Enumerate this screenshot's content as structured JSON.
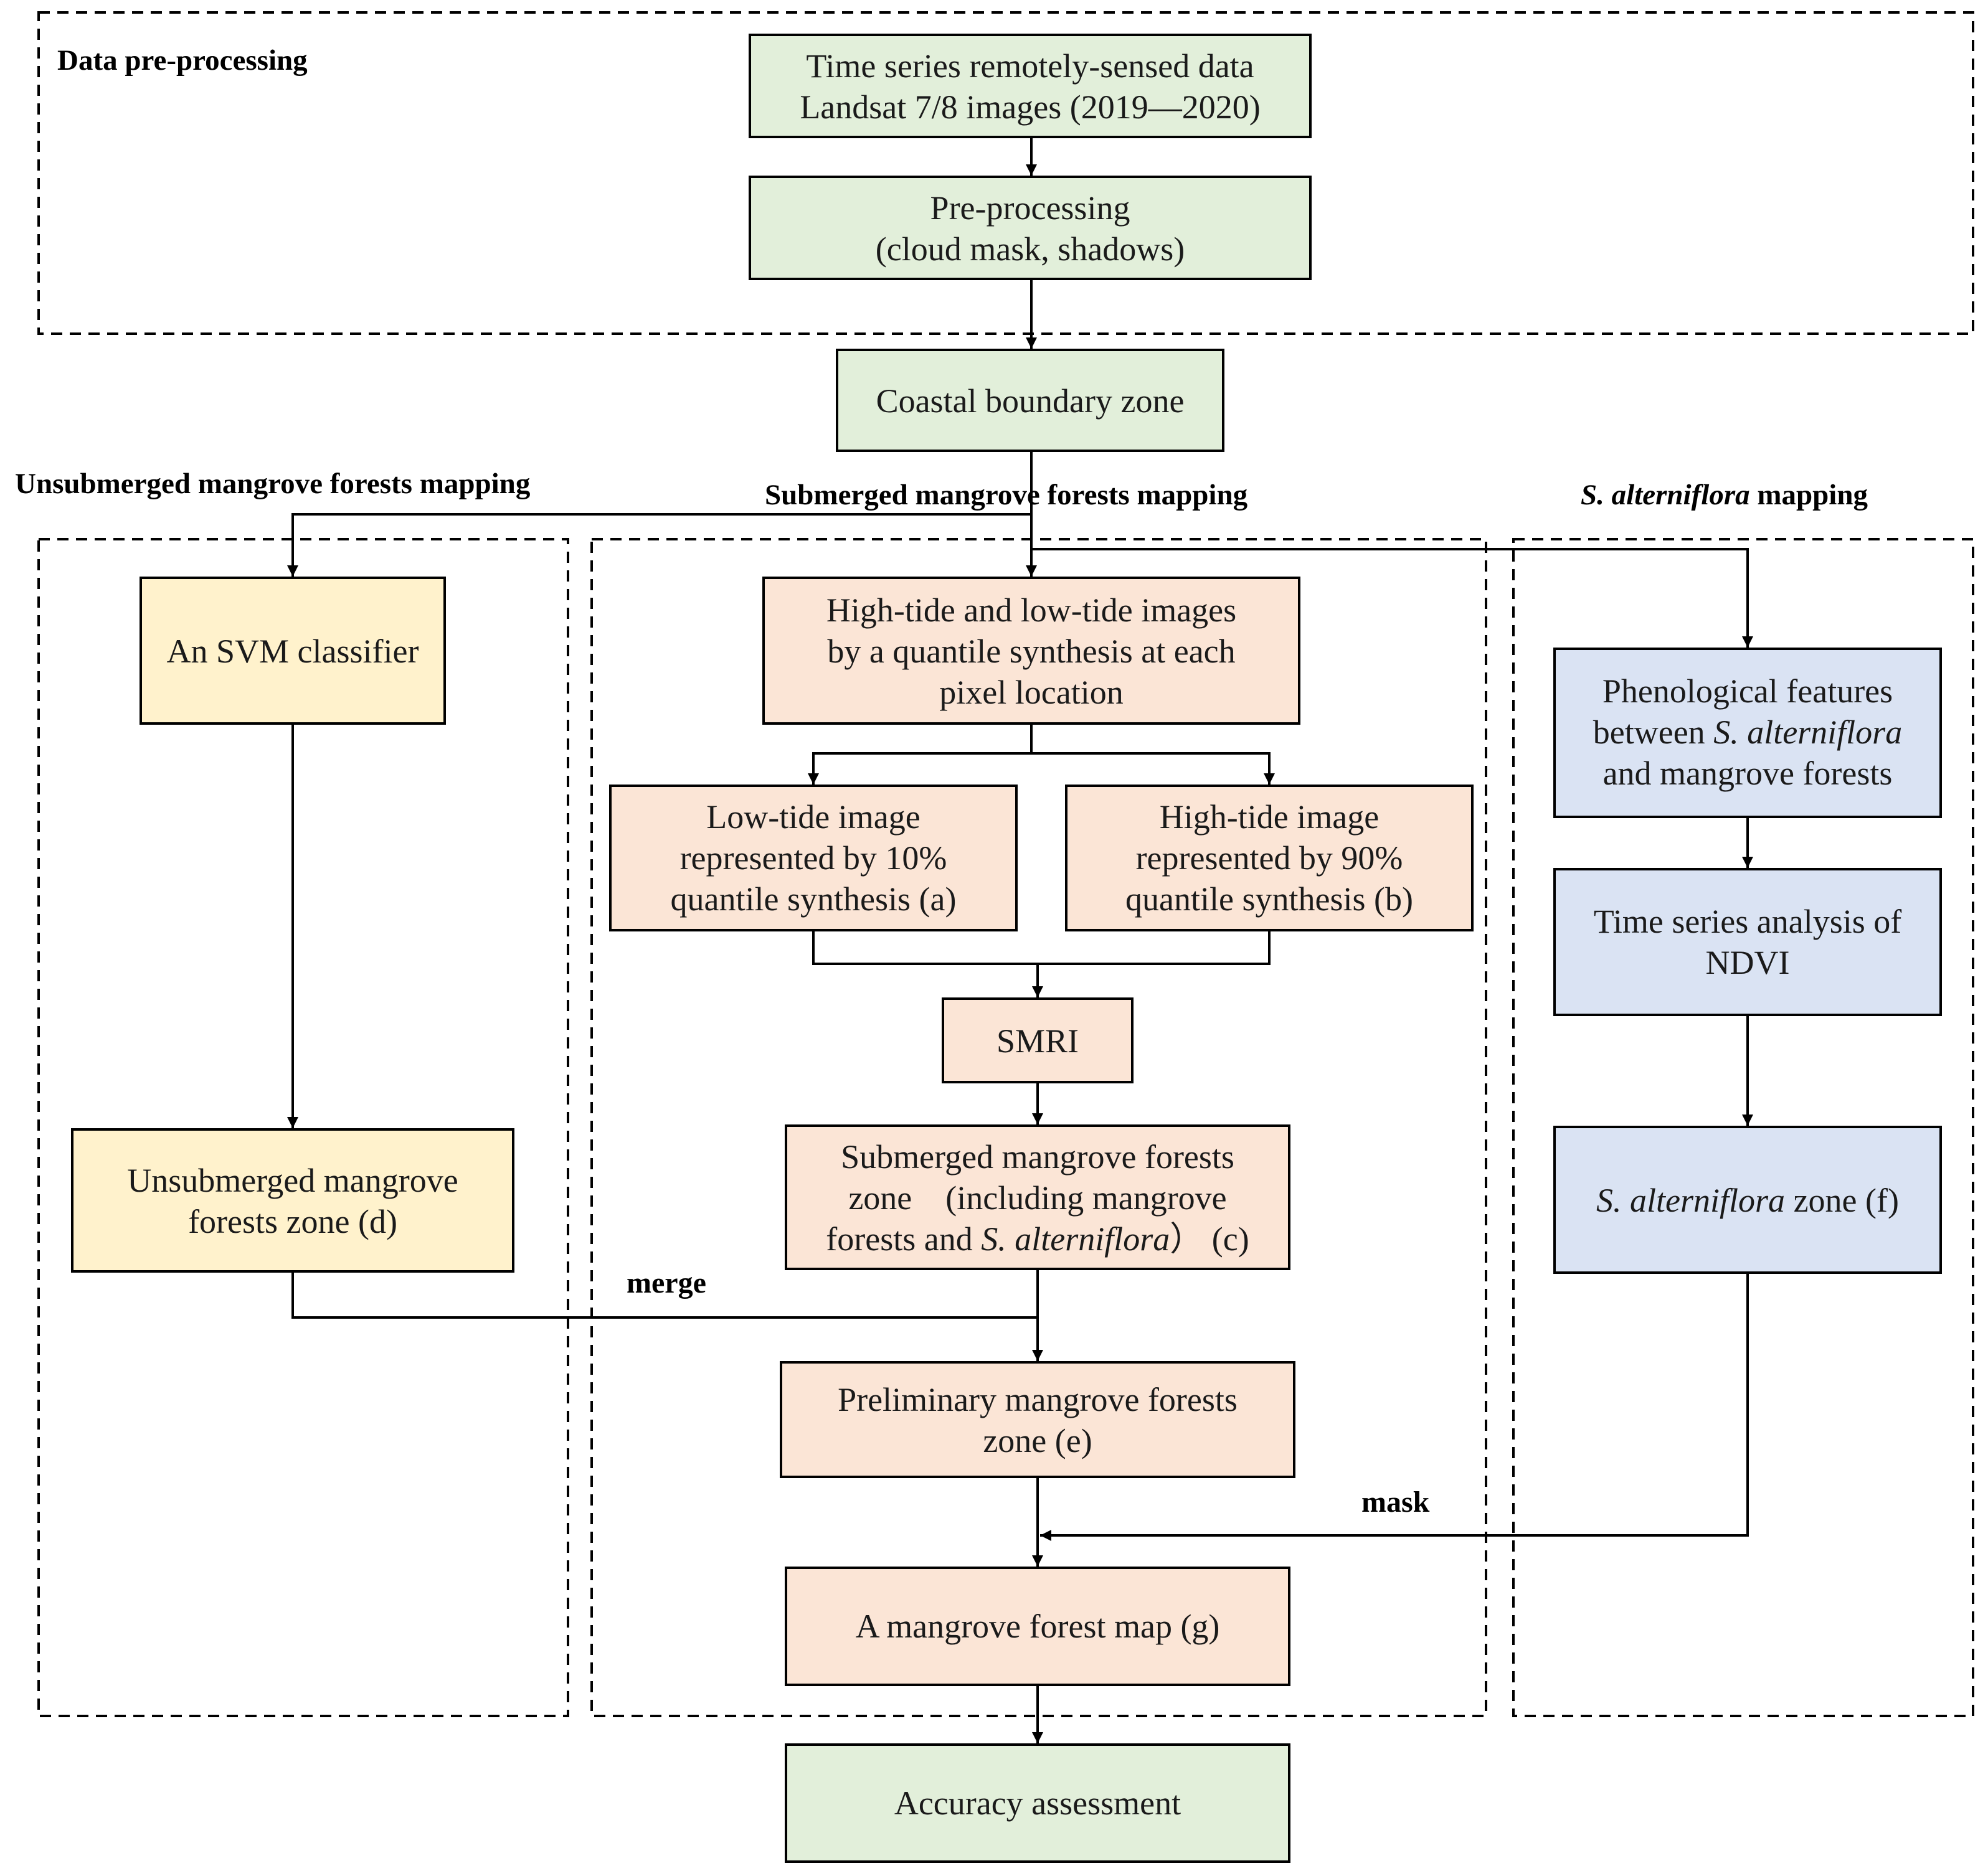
{
  "regions": {
    "preprocessing": {
      "title": "Data pre-processing"
    },
    "unsubmerged": {
      "title": "Unsubmerged mangrove forests mapping"
    },
    "submerged": {
      "title": "Submerged mangrove forests mapping"
    },
    "alterniflora": {
      "title_italic": "S. alterniflora",
      "title_rest": " mapping"
    }
  },
  "nodes": {
    "time_series": {
      "lines": [
        "Time series remotely-sensed data",
        "Landsat 7/8 images (2019—2020)"
      ]
    },
    "preprocess": {
      "lines": [
        "Pre-processing",
        "(cloud mask, shadows)"
      ]
    },
    "coastal": {
      "lines": [
        "Coastal boundary zone"
      ]
    },
    "svm": {
      "lines": [
        "An SVM classifier"
      ]
    },
    "unsub_zone": {
      "lines": [
        "Unsubmerged mangrove",
        "forests zone (d)"
      ]
    },
    "high_low": {
      "lines": [
        "High-tide and low-tide images",
        "by a quantile synthesis at each",
        "pixel location"
      ]
    },
    "low_tide": {
      "lines": [
        "Low-tide image",
        "represented by 10%",
        "quantile synthesis (a)"
      ]
    },
    "high_tide": {
      "lines": [
        "High-tide image",
        "represented by 90%",
        "quantile synthesis (b)"
      ]
    },
    "smri": {
      "lines": [
        "SMRI"
      ]
    },
    "sub_zone": {
      "line1": "Submerged mangrove forests",
      "line2": "zone　(including mangrove",
      "line3_a": "forests and ",
      "line3_italic": "S. alterniflora",
      "line3_b": "） (c)"
    },
    "prelim": {
      "lines": [
        "Preliminary mangrove forests",
        "zone (e)"
      ]
    },
    "final_map": {
      "lines": [
        "A mangrove forest map (g)"
      ]
    },
    "accuracy": {
      "lines": [
        "Accuracy assessment"
      ]
    },
    "phenology": {
      "line1": "Phenological features",
      "line2_a": "between ",
      "line2_italic": "S. alterniflora",
      "line3": "and mangrove forests"
    },
    "ndvi": {
      "lines": [
        "Time series analysis of",
        "NDVI"
      ]
    },
    "alt_zone": {
      "italic": "S. alterniflora",
      "rest": " zone (f)"
    }
  },
  "labels": {
    "merge": "merge",
    "mask": "mask"
  },
  "colors": {
    "green": "#e2efda",
    "yellow": "#fff2cc",
    "peach": "#fbe5d6",
    "blue": "#dae3f3"
  }
}
